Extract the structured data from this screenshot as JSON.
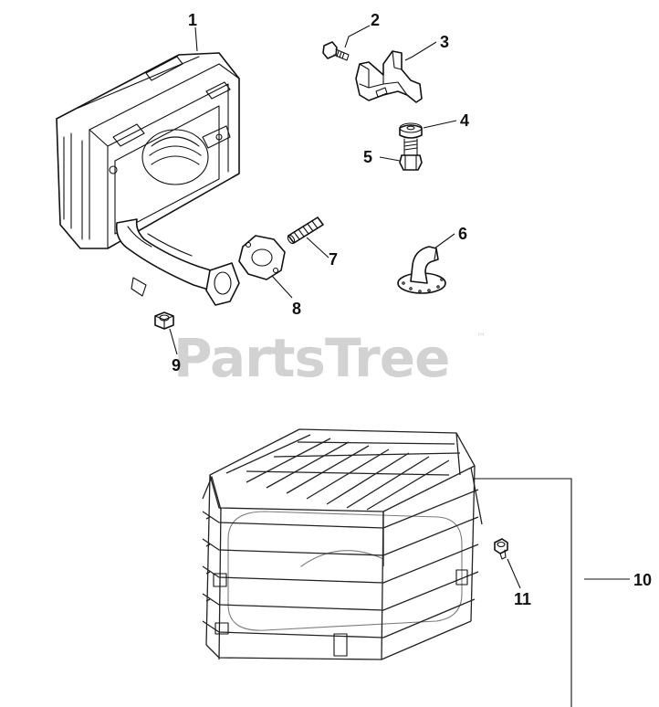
{
  "watermark": {
    "text": "PartsTree",
    "mark": "™"
  },
  "callouts": [
    {
      "id": "1",
      "label": "1"
    },
    {
      "id": "2",
      "label": "2"
    },
    {
      "id": "3",
      "label": "3"
    },
    {
      "id": "4",
      "label": "4"
    },
    {
      "id": "5",
      "label": "5"
    },
    {
      "id": "6",
      "label": "6"
    },
    {
      "id": "7",
      "label": "7"
    },
    {
      "id": "8",
      "label": "8"
    },
    {
      "id": "9",
      "label": "9"
    },
    {
      "id": "10",
      "label": "10"
    },
    {
      "id": "11",
      "label": "11"
    }
  ]
}
